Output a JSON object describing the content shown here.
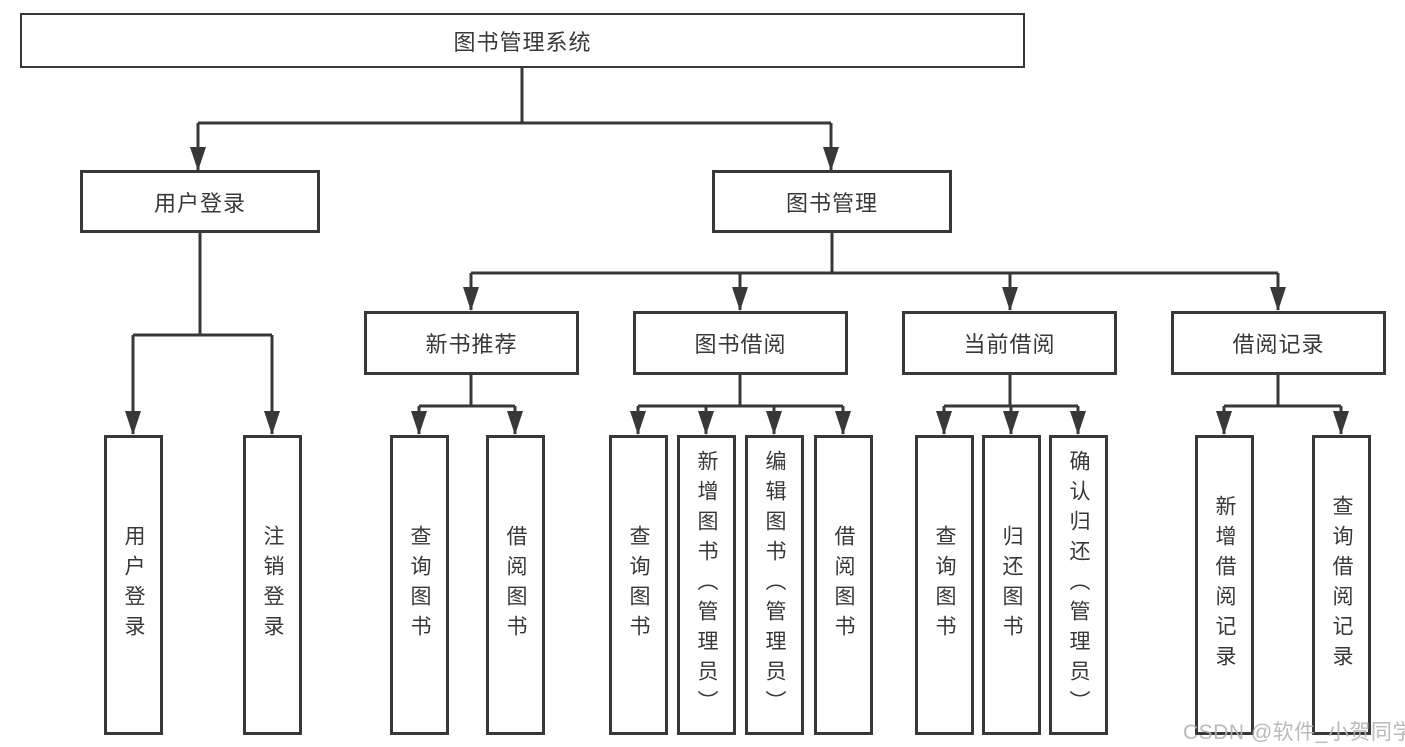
{
  "diagram": {
    "root": {
      "label": "图书管理系统"
    },
    "level2": [
      {
        "label": "用户登录"
      },
      {
        "label": "图书管理"
      }
    ],
    "level3": [
      {
        "label": "新书推荐"
      },
      {
        "label": "图书借阅"
      },
      {
        "label": "当前借阅"
      },
      {
        "label": "借阅记录"
      }
    ],
    "leaves": {
      "user_login": [
        "用户登录",
        "注销登录"
      ],
      "new_book_recommend": [
        "查询图书",
        "借阅图书"
      ],
      "book_borrow": [
        "查询图书",
        "新增图书（管理员）",
        "编辑图书（管理员）",
        "借阅图书"
      ],
      "current_borrow": [
        "查询图书",
        "归还图书",
        "确认归还（管理员）"
      ],
      "borrow_records": [
        "新增借阅记录",
        "查询借阅记录"
      ]
    },
    "watermark": "CSDN @软件_小贺同学",
    "colors": {
      "line": "#383838",
      "text": "#383838",
      "box_background": "#ffffff",
      "watermark": "#b3b3b3"
    }
  }
}
